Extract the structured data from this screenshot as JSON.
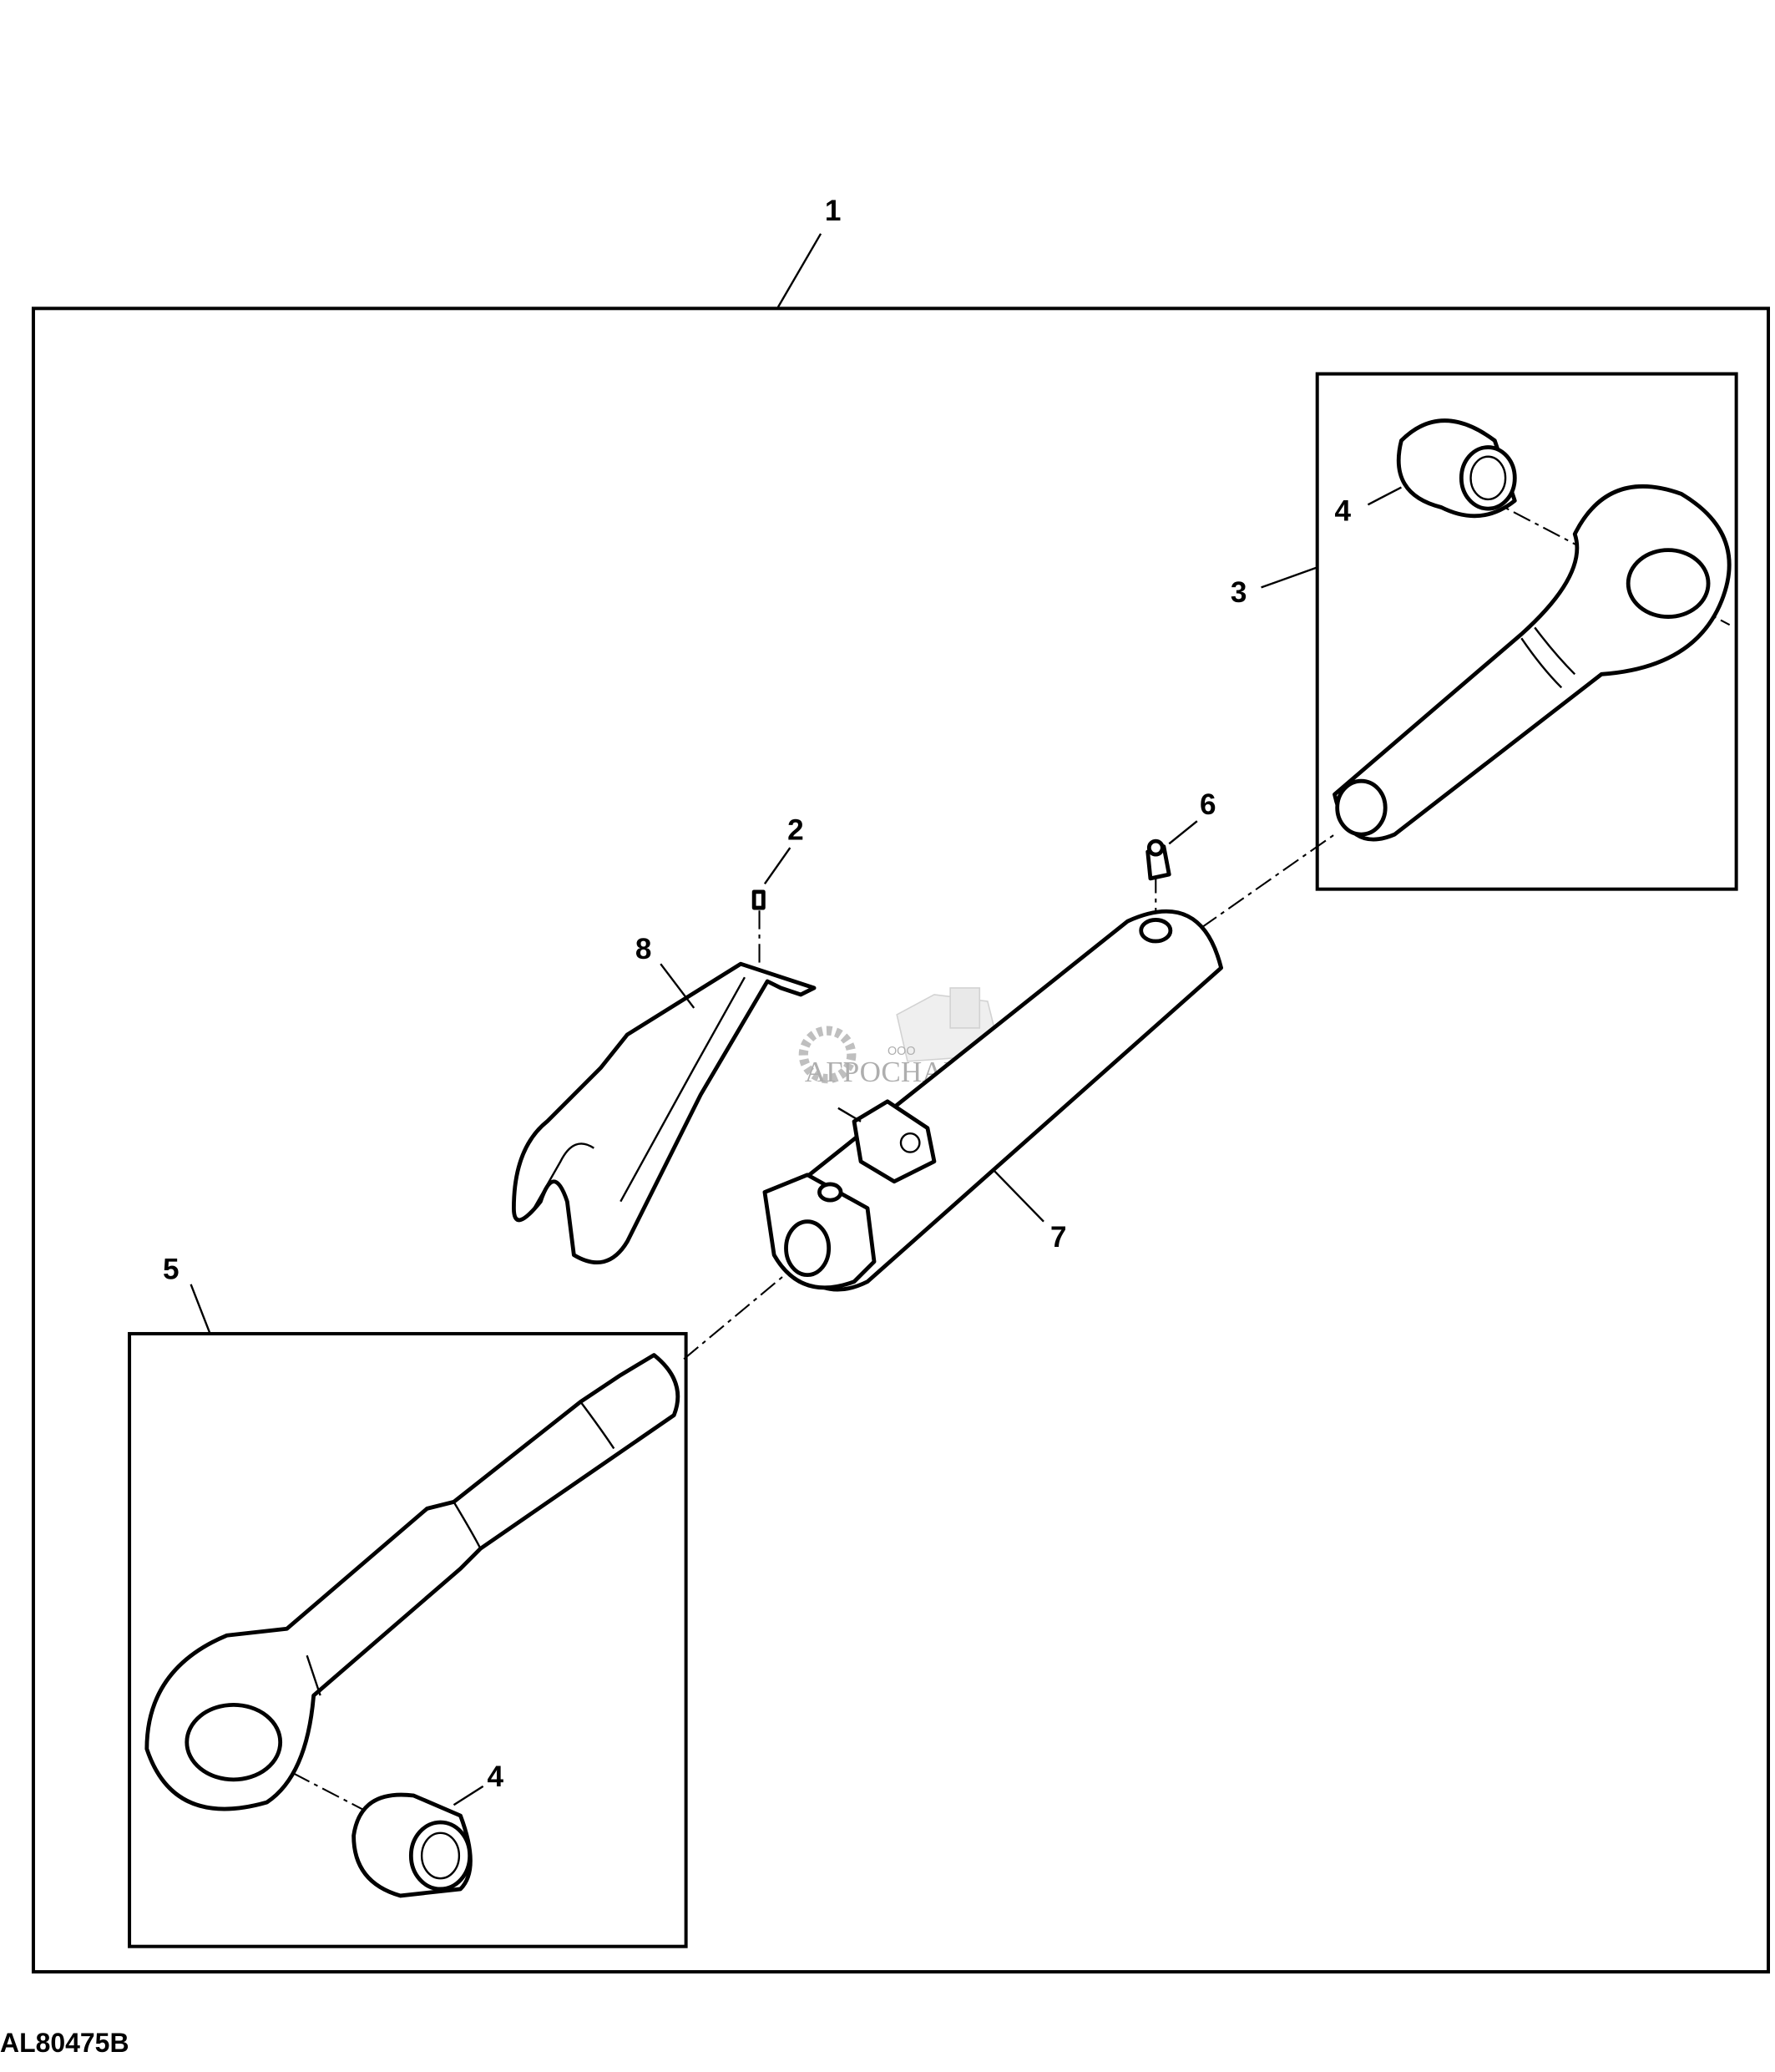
{
  "figure_code": "AL80475B",
  "watermark": {
    "prefix": "ООО",
    "name": "АГРОСНАБ"
  },
  "callouts": [
    {
      "id": "1",
      "label": "1"
    },
    {
      "id": "2",
      "label": "2"
    },
    {
      "id": "3",
      "label": "3"
    },
    {
      "id": "4a",
      "label": "4"
    },
    {
      "id": "4b",
      "label": "4"
    },
    {
      "id": "5",
      "label": "5"
    },
    {
      "id": "6",
      "label": "6"
    },
    {
      "id": "7",
      "label": "7"
    },
    {
      "id": "8",
      "label": "8"
    }
  ]
}
